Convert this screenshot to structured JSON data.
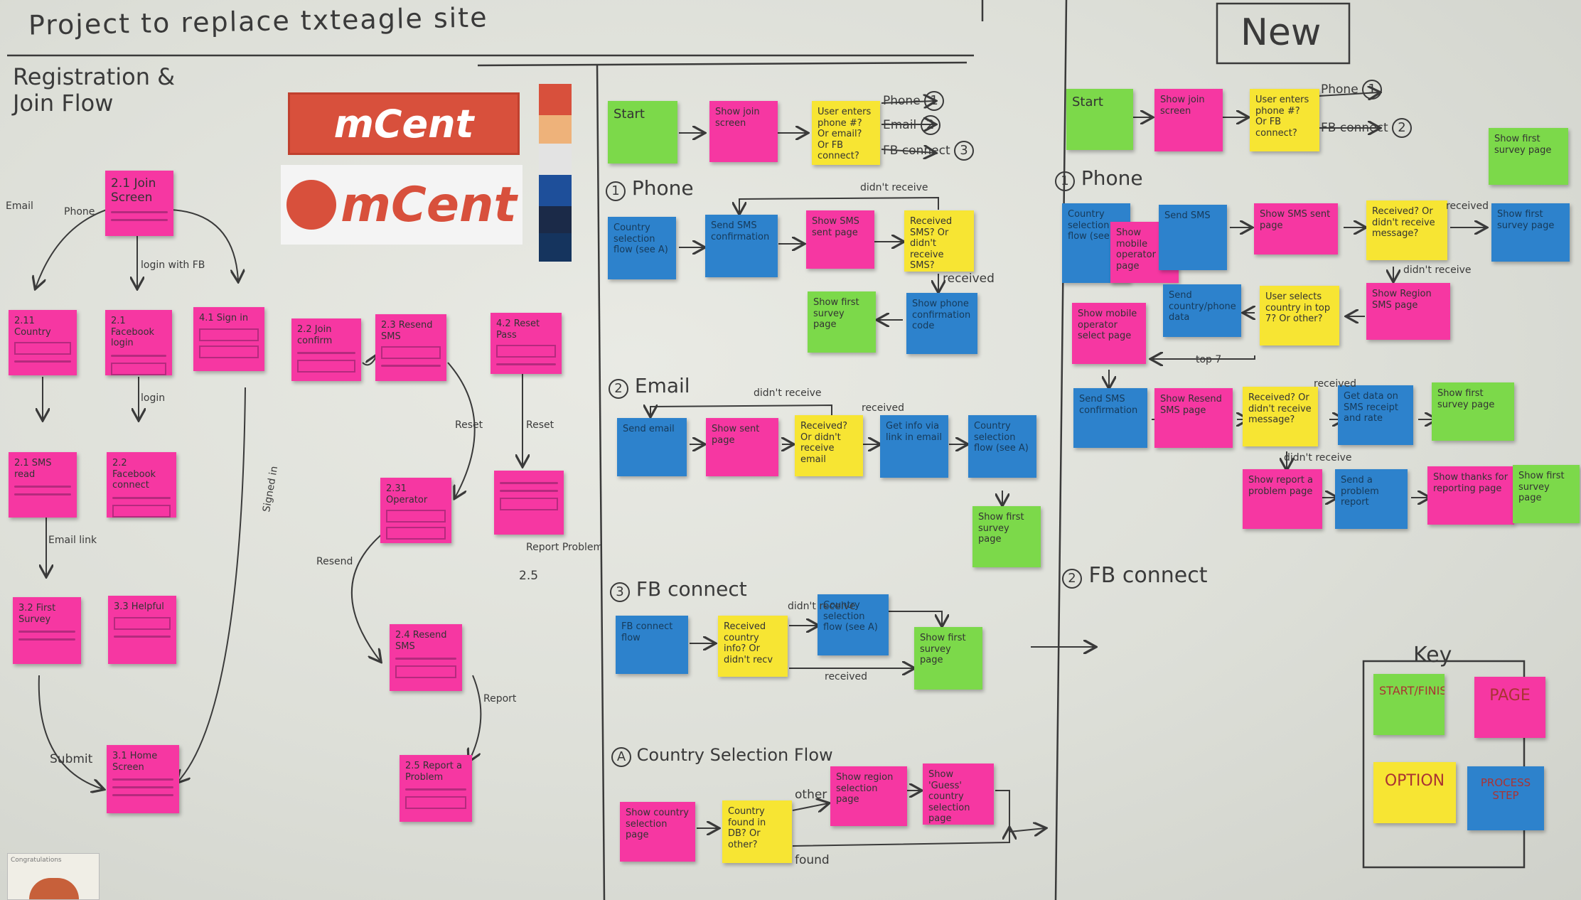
{
  "board": {
    "title": "Project to replace txteagle site",
    "left_heading": "Registration & Join Flow",
    "new_label": "New",
    "key_title": "Key"
  },
  "logos": {
    "text_1": "mCent",
    "text_2": "mCent"
  },
  "swatches": [
    "#d8503c",
    "#eeb27a",
    "#e3e3e3",
    "#1e4f9a",
    "#1b2a48",
    "#15345e"
  ],
  "left_notes": {
    "join_screen": "2.1 Join Screen",
    "country": "2.11 Country",
    "fb_login": "2.1 Facebook login",
    "sign_in": "4.1 Sign in",
    "join_confirm": "2.2 Join confirm",
    "resend_sms": "2.3 Resend SMS",
    "reset_pass": "4.2 Reset Pass",
    "sms_read": "2.1 SMS read",
    "fb_connect": "2.2 Facebook connect",
    "operator": "2.31 Operator",
    "first_survey": "3.2 First Survey",
    "helpful": "3.3 Helpful",
    "resend": "2.4 Resend SMS",
    "report_problem": "2.5 Report a Problem",
    "home_screen": "3.1 Home Screen"
  },
  "left_labels": {
    "email": "Email",
    "phone": "Phone",
    "login_fb": "login with FB",
    "login": "login",
    "signed_in": "Signed in",
    "resend": "Resend",
    "reset_1": "Reset",
    "reset_2": "Reset",
    "email_link": "Email link",
    "submit": "Submit",
    "report": "Report",
    "report_problem": "Report Problem",
    "n25": "2.5"
  },
  "middle": {
    "start": "Start",
    "show_join": "Show join screen",
    "user_enters": "User enters phone #? Or email? Or FB connect?",
    "opt_phone": "Phone",
    "opt_email": "Email",
    "opt_fb": "FB connect",
    "phone_heading": "Phone",
    "email_heading": "Email",
    "fb_heading": "FB connect",
    "country_heading": "Country Selection Flow",
    "phone_notes": [
      "Country selection flow (see A)",
      "Send SMS confirmation",
      "Show SMS sent page",
      "Received SMS? Or didn't receive SMS?",
      "Show first survey page",
      "Show phone confirmation code"
    ],
    "phone_labels": [
      "didn't receive",
      "received"
    ],
    "email_notes": [
      "Send email",
      "Show sent page",
      "Received? Or didn't receive email",
      "Get info via link in email",
      "Country selection flow (see A)",
      "Show first survey page"
    ],
    "email_labels": [
      "didn't receive",
      "received"
    ],
    "fb_notes": [
      "FB connect flow",
      "Received country info? Or didn't recv",
      "Country selection flow (see A)",
      "Show first survey page"
    ],
    "fb_labels": [
      "didn't receive",
      "received"
    ],
    "country_notes": [
      "Show country selection page",
      "Country found in DB? Or other?",
      "Show region selection page",
      "Show 'Guess' country selection page"
    ],
    "country_labels": [
      "other",
      "found"
    ]
  },
  "right": {
    "start": "Start",
    "show_join": "Show join screen",
    "user_enters": "User enters phone #? Or FB connect?",
    "opt_phone": "Phone",
    "opt_fb": "FB connect",
    "phone_heading": "Phone",
    "fb_heading": "FB connect",
    "notes": [
      "Country selection flow (see A)",
      "Show mobile operator page",
      "Send SMS",
      "Show SMS sent page",
      "Received? Or didn't receive message?",
      "Show first survey page",
      "Show mobile operator select page",
      "Send country/phone data",
      "User selects country in top 7? Or other?",
      "Show Region SMS page",
      "Send SMS confirmation",
      "Show Resend SMS page",
      "Received? Or didn't receive message?",
      "Get data on SMS receipt and rate",
      "Show first survey page",
      "Show report a problem page",
      "Send a problem report",
      "Show thanks for reporting page",
      "Show first survey page"
    ],
    "labels": [
      "received",
      "didn't receive",
      "top 7",
      "received",
      "didn't receive"
    ]
  },
  "key": {
    "start_finish": "START/FINISH",
    "page": "PAGE",
    "option": "OPTION",
    "process_step": "PROCESS STEP"
  },
  "sign": "Congratulations"
}
